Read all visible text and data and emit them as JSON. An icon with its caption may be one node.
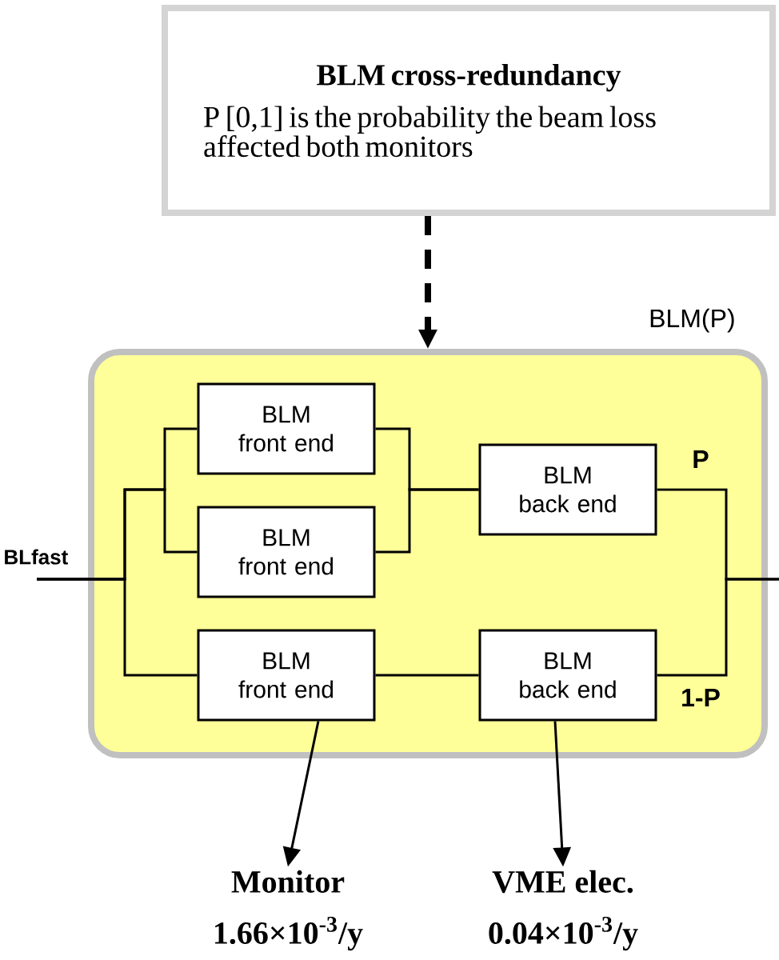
{
  "diagram": {
    "nodes": [
      {
        "text": [
          "BLM cross-redundancy",
          "P [0,1] is the probability the beam loss affected both monitors"
        ]
      },
      {
        "text": [
          "BLM(P)"
        ]
      },
      {
        "text": [
          "BLM front end"
        ],
        "in": 1
      },
      {
        "text": [
          "BLM front end"
        ],
        "in": 1
      },
      {
        "text": [
          "BLM back end"
        ],
        "in": 1
      },
      {
        "text": [
          "BLM front end"
        ],
        "in": 1
      },
      {
        "text": [
          "BLM back end"
        ],
        "in": 1
      },
      {
        "text": [
          "Monitor",
          "1.66×10$^{-3}$/y"
        ]
      },
      {
        "text": [
          "VME elec.",
          "0.04×10$^{-3}$/y"
        ]
      }
    ],
    "edges": [
      {
        "from": 0,
        "to": 1,
        "arrow": "to",
        "style": "dashed"
      },
      {
        "from": null,
        "to": 2,
        "arrow": "none"
      },
      {
        "from": null,
        "to": 3,
        "arrow": "none"
      },
      {
        "from": null,
        "to": 5,
        "arrow": "none"
      },
      {
        "from": 2,
        "to": 4,
        "arrow": "none"
      },
      {
        "from": 3,
        "to": 4,
        "arrow": "none"
      },
      {
        "from": 5,
        "to": 6,
        "arrow": "none"
      },
      {
        "from": 4,
        "to": null,
        "arrow": "none",
        "label": "P"
      },
      {
        "from": 6,
        "to": null,
        "arrow": "none",
        "label": "1-P"
      },
      {
        "from": 5,
        "to": 7,
        "arrow": "to"
      },
      {
        "from": 6,
        "to": 8,
        "arrow": "to"
      }
    ],
    "labels": [
      "BLfast"
    ]
  }
}
